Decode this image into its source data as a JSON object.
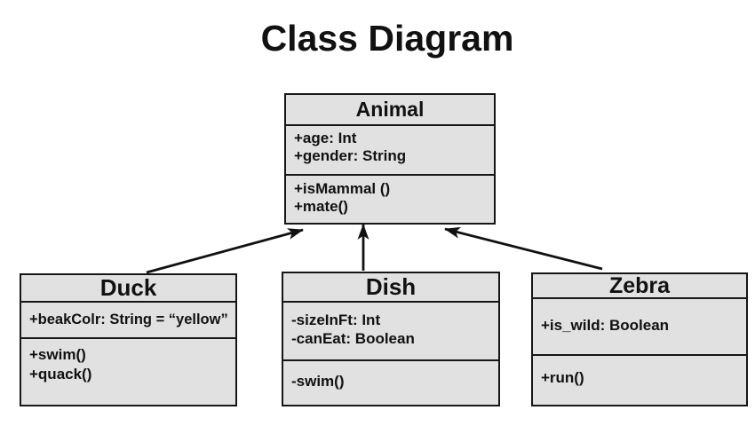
{
  "title": "Class Diagram",
  "diagram": {
    "classes": [
      {
        "name": "Animal",
        "attributes": [
          "+age: Int",
          "+gender: String"
        ],
        "methods": [
          "+isMammal ()",
          "+mate()"
        ]
      },
      {
        "name": "Duck",
        "attributes": [
          "+beakColr: String = “yellow”"
        ],
        "methods": [
          "+swim()",
          "+quack()"
        ]
      },
      {
        "name": "Dish",
        "attributes": [
          "-sizeInFt: Int",
          "-canEat: Boolean"
        ],
        "methods": [
          "-swim()"
        ]
      },
      {
        "name": "Zebra",
        "attributes": [
          "+is_wild: Boolean"
        ],
        "methods": [
          "+run()"
        ]
      }
    ],
    "relations": [
      {
        "from": "Duck",
        "to": "Animal",
        "type": "inheritance",
        "arrow_style": "solid-filled-arrowhead"
      },
      {
        "from": "Dish",
        "to": "Animal",
        "type": "inheritance",
        "arrow_style": "solid-filled-arrowhead"
      },
      {
        "from": "Zebra",
        "to": "Animal",
        "type": "inheritance",
        "arrow_style": "solid-filled-arrowhead"
      }
    ],
    "colors": {
      "background": "#ffffff",
      "box_fill": "#e1e1e1",
      "box_border": "#161616",
      "arrow": "#111111",
      "text": "#111111"
    }
  }
}
